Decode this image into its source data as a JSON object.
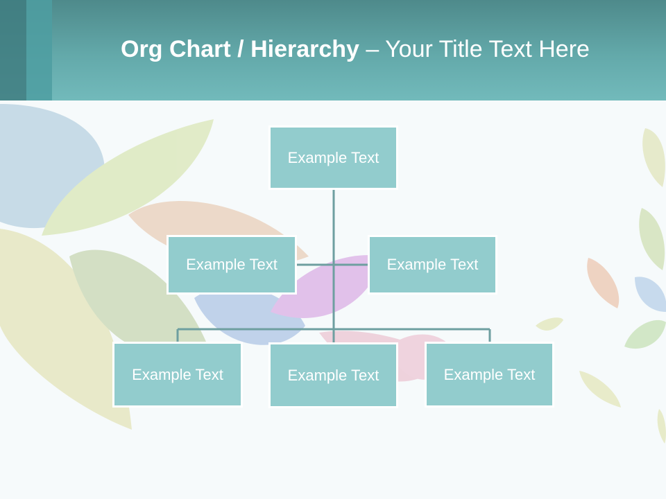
{
  "title": {
    "bold": "Org Chart / Hierarchy",
    "dash": " – ",
    "rest": "Your Title Text Here"
  },
  "nodes": {
    "top": "Example Text",
    "assistant_left": "Example Text",
    "assistant_right": "Example Text",
    "child_left": "Example Text",
    "child_center": "Example Text",
    "child_right": "Example Text"
  },
  "colors": {
    "header": "#63a9aa",
    "box_fill": "#92cccd",
    "box_border": "#ffffff",
    "connector": "#6e9fa0"
  }
}
